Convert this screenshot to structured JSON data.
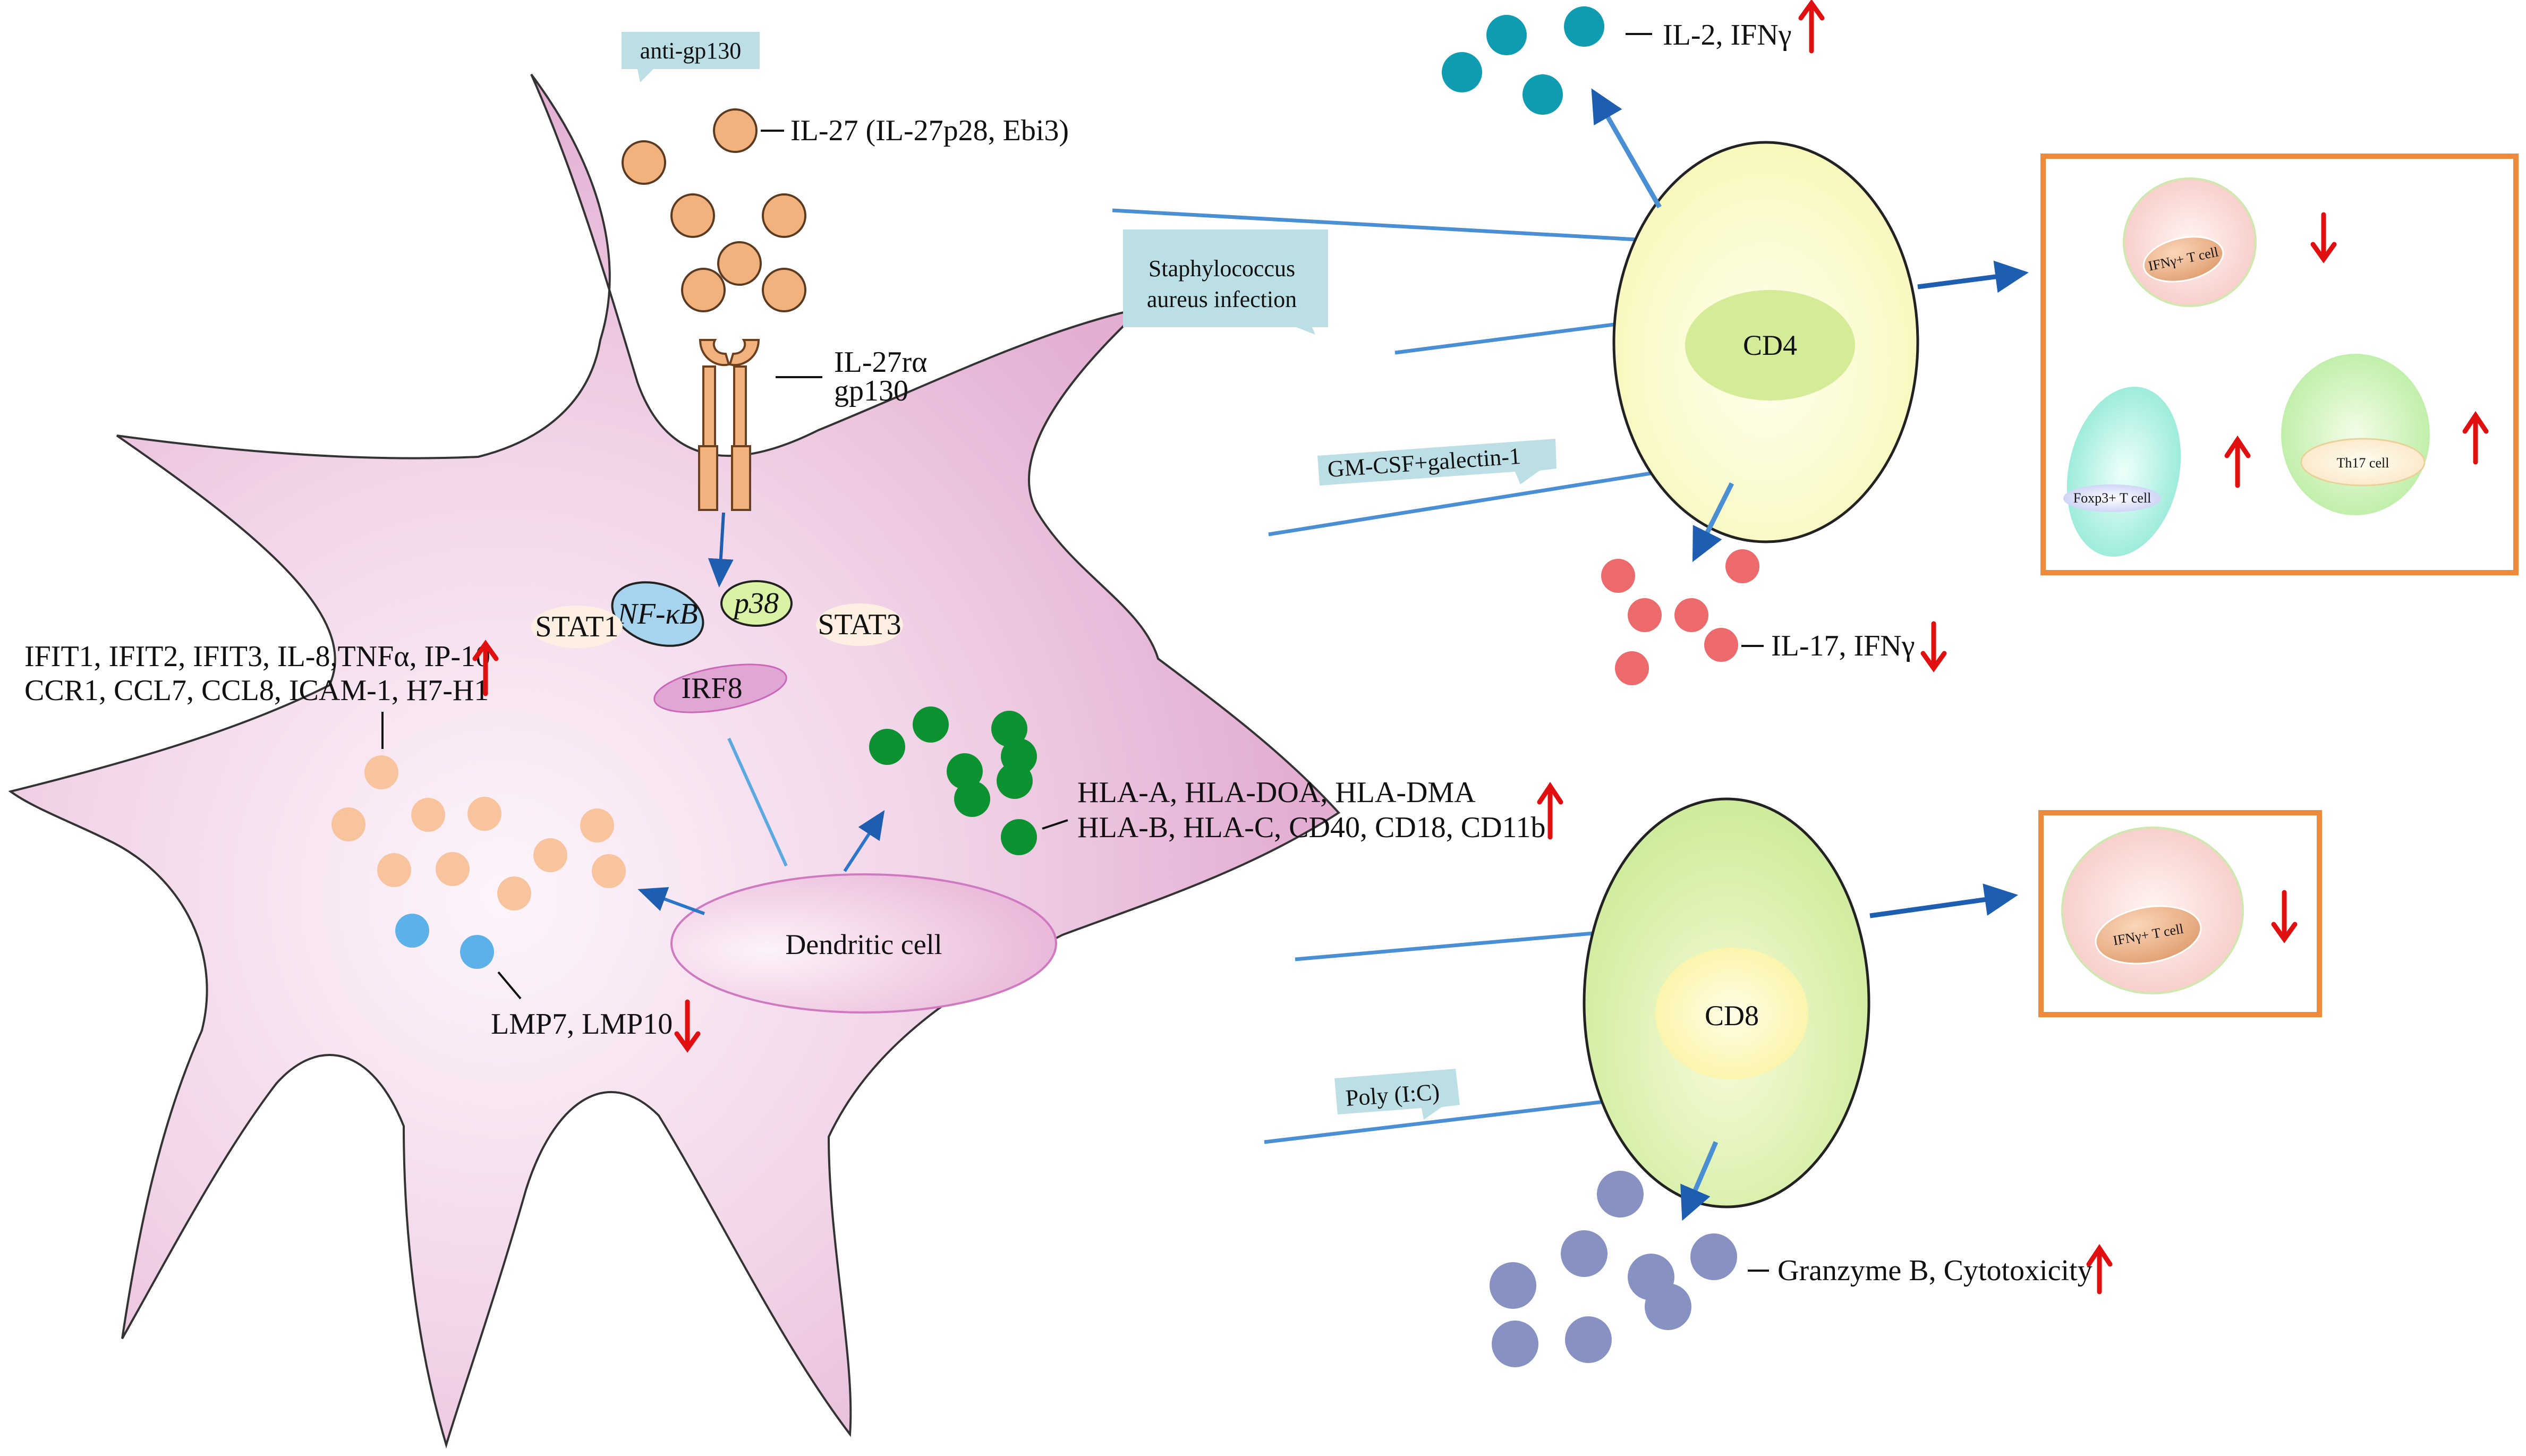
{
  "labels": {
    "anti_gp130": "anti-gp130",
    "il27": "IL-27 (IL-27p28, Ebi3)",
    "receptor_line1": "IL-27rα",
    "receptor_line2": "gp130",
    "nfkb": "NF-κB",
    "p38": "p38",
    "stat1": "STAT1",
    "stat3": "STAT3",
    "irf8": "IRF8",
    "ifit_line1": "IFIT1, IFIT2, IFIT3, IL-8,TNFα, IP-10",
    "ifit_line2": "CCR1, CCL7, CCL8, ICAM-1, H7-H1",
    "hla_line1": "HLA-A, HLA-DOA, HLA-DMA",
    "hla_line2": "HLA-B, HLA-C, CD40, CD18, CD11b",
    "lmp": "LMP7, LMP10",
    "dendritic_cell": "Dendritic cell",
    "il2_ifng": "IL-2, IFNγ",
    "staph_line1": "Staphylococcus",
    "staph_line2": "aureus infection",
    "cd4": "CD4",
    "gmcsf": "GM-CSF+galectin-1",
    "il17_ifng": "IL-17, IFNγ",
    "cd8": "CD8",
    "poly_ic": "Poly (I:C)",
    "granzyme": "Granzyme B, Cytotoxicity",
    "ifng_t_cell": "IFNγ+ T cell",
    "foxp3_t_cell": "Foxp3+ T cell",
    "th17_cell": "Th17 cell"
  },
  "trends": {
    "ifit": "up",
    "hla": "up",
    "lmp": "down",
    "il2_ifng": "up",
    "il17_ifng": "down",
    "cd4_ifng_t_cell": "down",
    "foxp3_t_cell": "up",
    "th17_cell": "up",
    "cd8_ifng_t_cell": "down",
    "granzyme": "up"
  },
  "colors": {
    "dendritic_body": "#e6b5d6",
    "il27_dot": "#f2b27e",
    "hla_dot": "#0c9230",
    "peach_dot": "#f8c49e",
    "lmp_dot": "#5cb2e8",
    "il2_dot": "#0f9bb0",
    "il17_dot": "#ec6a6c",
    "granzyme_dot": "#8892c2",
    "cell_body": "#fbfbc4",
    "cd4_nucleus": "#d4ec98",
    "cd8_body": "#d6f0a6",
    "cd8_nucleus": "#fdf6b0",
    "box_border": "#ee8a3c",
    "arrow": "#2368b8",
    "trend_arrow": "#e01010",
    "callout": "#bcdfe6"
  }
}
